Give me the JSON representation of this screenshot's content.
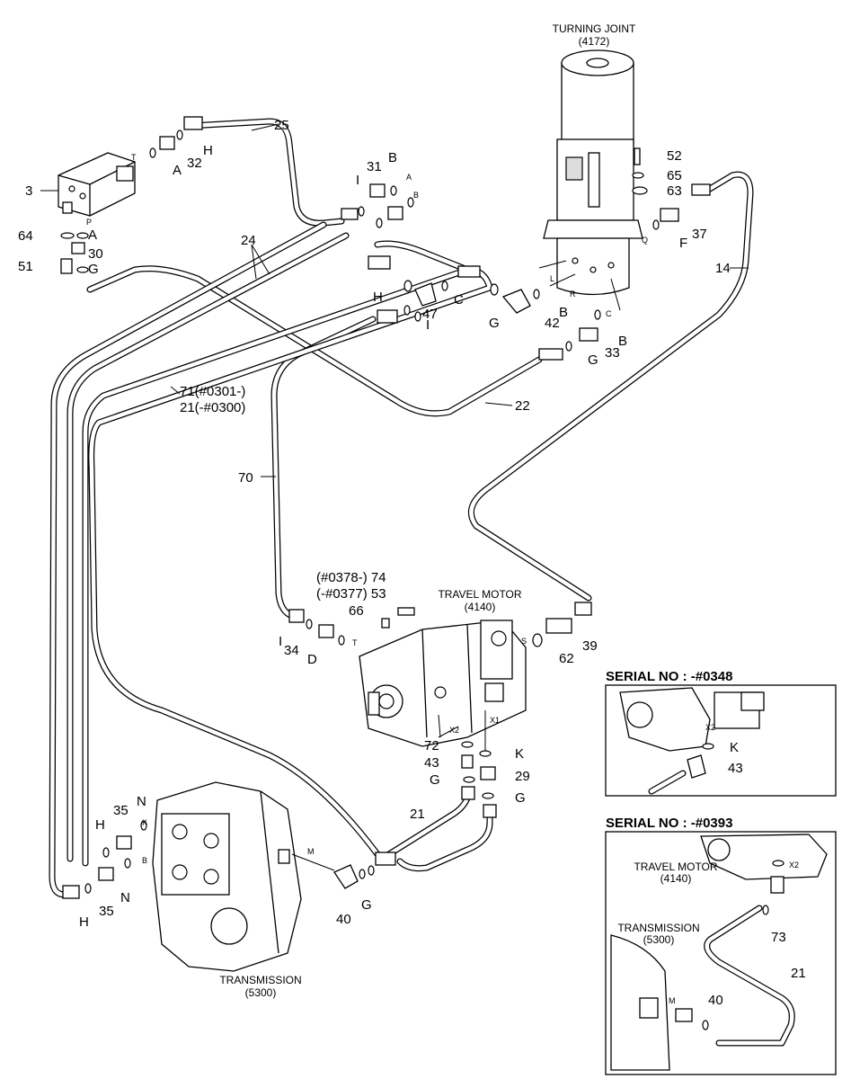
{
  "components": {
    "turning_joint": {
      "name": "TURNING JOINT",
      "code": "(4172)"
    },
    "travel_motor": {
      "name": "TRAVEL MOTOR",
      "code": "(4140)"
    },
    "transmission": {
      "name": "TRANSMISSION",
      "code": "(5300)"
    }
  },
  "variant_labels": {
    "hose_71": "71(#0301-)",
    "hose_21": "21(-#0300)",
    "bolt_74": "(#0378-) 74",
    "bolt_53": "(-#0377) 53"
  },
  "insets": [
    {
      "title": "SERIAL NO : -#0348",
      "labels": [
        "X2",
        "K",
        "43"
      ]
    },
    {
      "title": "SERIAL NO : -#0393",
      "travel_motor": "TRAVEL MOTOR",
      "travel_motor_code": "(4140)",
      "transmission": "TRANSMISSION",
      "transmission_code": "(5300)",
      "labels": [
        "X2",
        "73",
        "21",
        "40",
        "M"
      ]
    }
  ],
  "part_labels": {
    "p3": "3",
    "p64": "64",
    "p51": "51",
    "p30": "30",
    "pA1": "A",
    "pG1": "G",
    "pT1": "T",
    "pP1": "P",
    "pA2": "A",
    "p32": "32",
    "pH1": "H",
    "p25": "25",
    "p31": "31",
    "pB1": "B",
    "pI1": "I",
    "pA3": "A",
    "pB2": "B",
    "p24": "24",
    "p52": "52",
    "p65": "65",
    "p63": "63",
    "p37": "37",
    "pF": "F",
    "pQ": "Q",
    "p14": "14",
    "pH2": "H",
    "pC1": "C",
    "p47": "47",
    "pG2": "G",
    "p42": "42",
    "pB3": "B",
    "pL": "L",
    "pR": "R",
    "pC2": "C",
    "pI2": "I",
    "p33": "33",
    "pB4": "B",
    "pG3": "G",
    "p22": "22",
    "p71": "71(#0301-)",
    "p21a": "21(-#0300)",
    "p70": "70",
    "p66": "66",
    "pI3": "I",
    "p34": "34",
    "pD": "D",
    "pT2": "T",
    "pS": "S",
    "p39": "39",
    "p62": "62",
    "pX2": "X2",
    "pX1": "X1",
    "p72": "72",
    "pK": "K",
    "p43": "43",
    "pG4": "G",
    "p29": "29",
    "pG5": "G",
    "p21b": "21",
    "pM": "M",
    "p40": "40",
    "pG6": "G",
    "p35a": "35",
    "pN1": "N",
    "pH3": "H",
    "pK2": "K",
    "pB5": "B",
    "pN2": "N",
    "p35b": "35",
    "pH4": "H"
  }
}
